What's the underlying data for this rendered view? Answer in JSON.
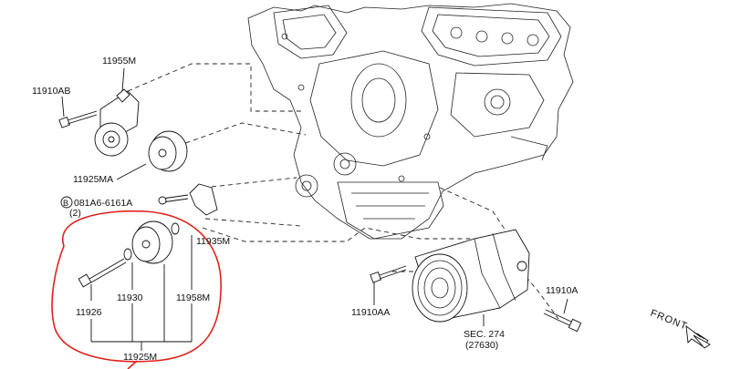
{
  "diagram": {
    "labels": {
      "p11955M": "11955M",
      "p11910AB": "11910AB",
      "p11925MA": "11925MA",
      "p081A6": "081A6-6161A",
      "p081A6_prefix": "B",
      "p081A6_qty": "(2)",
      "p11935M": "11935M",
      "p11930": "11930",
      "p11958M": "11958M",
      "p11926": "11926",
      "p11925M": "11925M",
      "p11910AA": "11910AA",
      "p11910A": "11910A",
      "sec": "SEC. 274",
      "sec_num": "(27630)",
      "front": "FRONT"
    },
    "highlight_color": "#e0201b"
  }
}
